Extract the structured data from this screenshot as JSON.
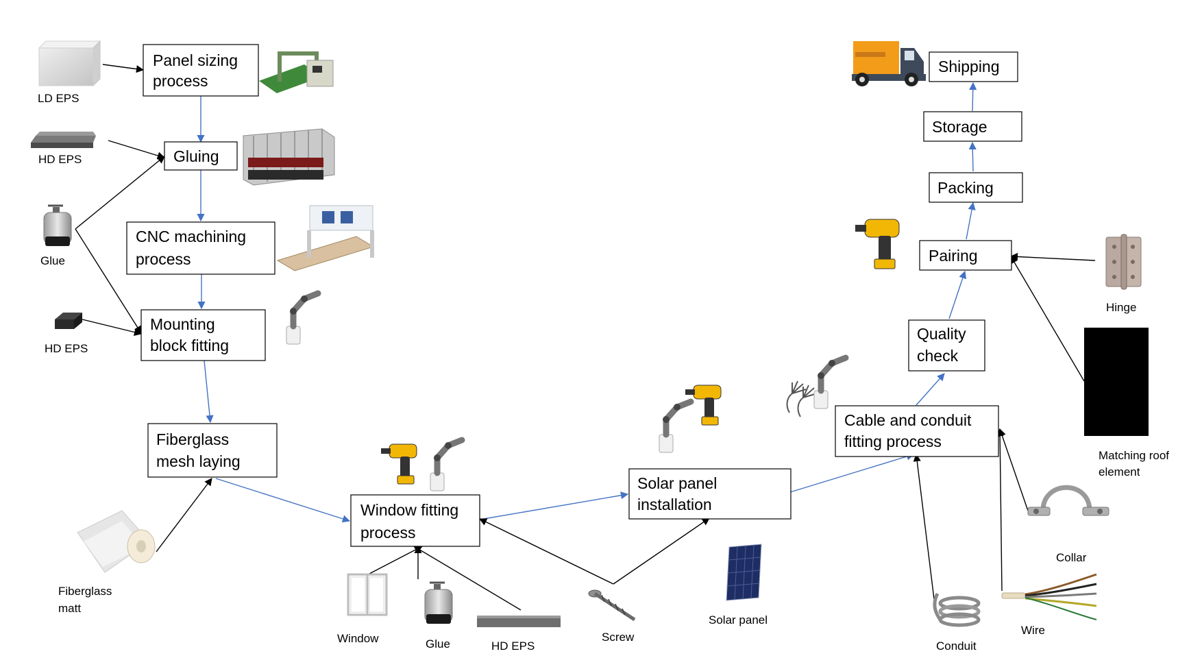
{
  "processes": {
    "panel_sizing": [
      "Panel sizing",
      "process"
    ],
    "gluing": [
      "Gluing"
    ],
    "cnc_machining": [
      "CNC machining",
      "process"
    ],
    "mounting_block": [
      "Mounting",
      "block fitting"
    ],
    "fiberglass_mesh": [
      "Fiberglass",
      "mesh laying"
    ],
    "window_fitting": [
      "Window fitting",
      "process"
    ],
    "solar_panel_installation": [
      "Solar panel",
      "installation"
    ],
    "cable_conduit": [
      "Cable and conduit",
      "fitting process"
    ],
    "quality_check": [
      "Quality",
      "check"
    ],
    "pairing": [
      "Pairing"
    ],
    "packing": [
      "Packing"
    ],
    "storage": [
      "Storage"
    ],
    "shipping": [
      "Shipping"
    ]
  },
  "materials": {
    "ld_eps": [
      "LD EPS"
    ],
    "hd_eps_1": [
      "HD EPS"
    ],
    "glue_1": [
      "Glue"
    ],
    "hd_eps_2": [
      "HD EPS"
    ],
    "fiberglass_matt": [
      "Fiberglass",
      "matt"
    ],
    "window": [
      "Window"
    ],
    "glue_2": [
      "Glue"
    ],
    "hd_eps_3": [
      "HD EPS"
    ],
    "screw": [
      "Screw"
    ],
    "solar_panel": [
      "Solar panel"
    ],
    "conduit": [
      "Conduit"
    ],
    "wire": [
      "Wire"
    ],
    "collar": [
      "Collar"
    ],
    "hinge": [
      "Hinge"
    ],
    "matching_roof": [
      "Matching roof",
      "element"
    ]
  },
  "colors": {
    "process_flow": "#4472c4",
    "material_input": "#000000",
    "box_border": "#000000"
  },
  "icons": {
    "panel_sizing": "panel-cutting-machine-icon",
    "gluing": "gluing-press-machine-icon",
    "cnc_machining": "cnc-router-icon",
    "mounting_block": "robot-arm-icon",
    "window_fitting": [
      "power-drill-icon",
      "robot-arm-icon"
    ],
    "solar_panel_installation": [
      "robot-arm-icon",
      "power-drill-icon"
    ],
    "cable_conduit": [
      "hands-icon",
      "robot-arm-icon"
    ],
    "pairing": "power-drill-icon",
    "shipping": "truck-icon"
  }
}
